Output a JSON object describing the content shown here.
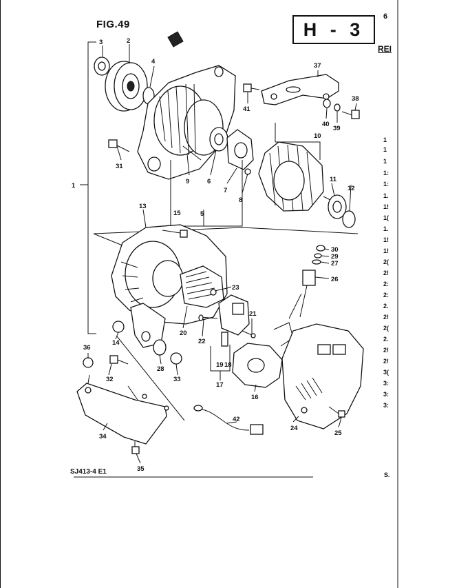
{
  "header": {
    "figure_label": "FIG.49",
    "sheet_code": "H - 3",
    "page_number": "6",
    "ref_column_heading": "REI"
  },
  "footer": {
    "drawing_code": "SJ413-4 E1",
    "ref_footer": "S."
  },
  "ref_column": [
    "1",
    "1",
    "1",
    "1:",
    "1:",
    "1.",
    "1!",
    "1(",
    "1.",
    "1!",
    "1!",
    "2(",
    "2!",
    "2:",
    "2:",
    "2.",
    "2!",
    "2(",
    "2.",
    "2!",
    "2!",
    "3(",
    "3:",
    "3:",
    "3:"
  ],
  "callouts": [
    {
      "n": "3"
    },
    {
      "n": "2"
    },
    {
      "n": "4"
    },
    {
      "n": "1"
    },
    {
      "n": "31"
    },
    {
      "n": "9"
    },
    {
      "n": "6"
    },
    {
      "n": "7"
    },
    {
      "n": "8"
    },
    {
      "n": "5"
    },
    {
      "n": "37"
    },
    {
      "n": "41"
    },
    {
      "n": "38"
    },
    {
      "n": "40"
    },
    {
      "n": "39"
    },
    {
      "n": "10"
    },
    {
      "n": "11"
    },
    {
      "n": "12"
    },
    {
      "n": "13"
    },
    {
      "n": "15"
    },
    {
      "n": "30"
    },
    {
      "n": "29"
    },
    {
      "n": "27"
    },
    {
      "n": "26"
    },
    {
      "n": "23"
    },
    {
      "n": "21"
    },
    {
      "n": "14"
    },
    {
      "n": "20"
    },
    {
      "n": "22"
    },
    {
      "n": "19"
    },
    {
      "n": "18"
    },
    {
      "n": "17"
    },
    {
      "n": "36"
    },
    {
      "n": "32"
    },
    {
      "n": "28"
    },
    {
      "n": "33"
    },
    {
      "n": "16"
    },
    {
      "n": "24"
    },
    {
      "n": "25"
    },
    {
      "n": "42"
    },
    {
      "n": "34"
    },
    {
      "n": "35"
    }
  ]
}
